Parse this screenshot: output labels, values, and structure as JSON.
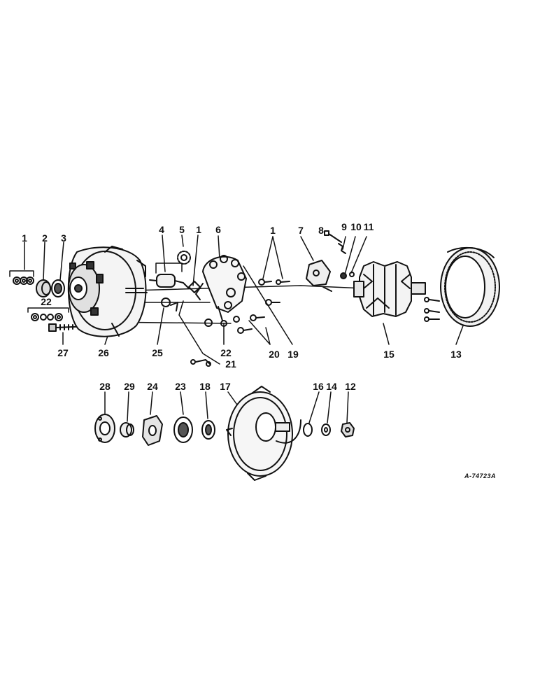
{
  "diagram": {
    "callouts": {
      "c1a": "1",
      "c2": "2",
      "c3": "3",
      "c4": "4",
      "c5": "5",
      "c1b": "1",
      "c6": "6",
      "c1c": "1",
      "c7": "7",
      "c8": "8",
      "c9": "9",
      "c10": "10",
      "c11": "11",
      "c22a": "22",
      "c27": "27",
      "c26": "26",
      "c25": "25",
      "c22b": "22",
      "c21": "21",
      "c20": "20",
      "c19": "19",
      "c15": "15",
      "c13": "13",
      "c28": "28",
      "c29": "29",
      "c24": "24",
      "c23": "23",
      "c18": "18",
      "c17": "17",
      "c16": "16",
      "c14": "14",
      "c12": "12"
    },
    "reference_code": "A-74723A"
  }
}
